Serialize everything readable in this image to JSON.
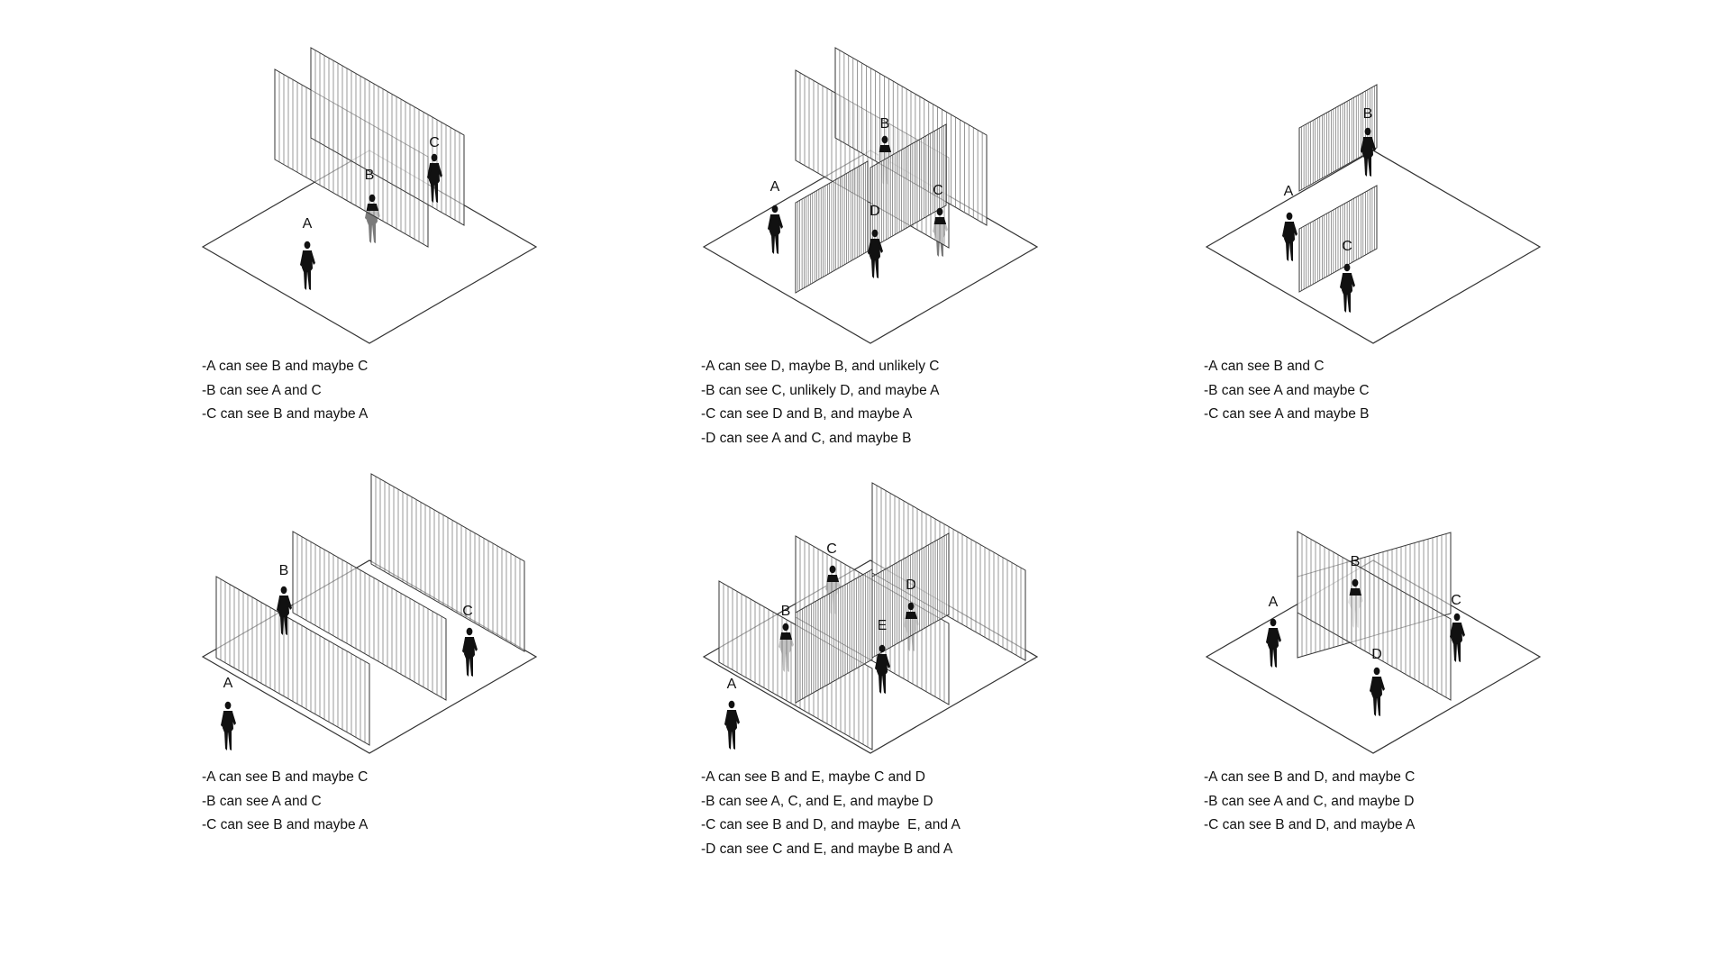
{
  "diagrams": [
    {
      "id": "d1",
      "people": [
        "A",
        "B",
        "C"
      ],
      "captions": [
        "-A can see B and maybe C",
        "-B can see A and C",
        "-C can see B and maybe A"
      ]
    },
    {
      "id": "d2",
      "people": [
        "A",
        "B",
        "C",
        "D"
      ],
      "captions": [
        "-A can see D, maybe B, and unlikely C",
        "-B can see C, unlikely D, and maybe A",
        "-C can see D and B, and maybe A",
        "-D can see A and C, and maybe B"
      ]
    },
    {
      "id": "d3",
      "people": [
        "A",
        "B",
        "C"
      ],
      "captions": [
        "-A can see B and C",
        "-B can see A and maybe C",
        "-C can see A and maybe B"
      ]
    },
    {
      "id": "d4",
      "people": [
        "A",
        "B",
        "C"
      ],
      "captions": [
        "-A can see B and maybe C",
        "-B can see A and C",
        "-C can see B and maybe A"
      ]
    },
    {
      "id": "d5",
      "people": [
        "A",
        "B",
        "C",
        "D",
        "E"
      ],
      "captions": [
        "-A can see B and E, maybe C and D",
        "-B can see A, C, and E, and maybe D",
        "-C can see B and D, and maybe  E, and A",
        "-D can see C and E, and maybe B and A"
      ]
    },
    {
      "id": "d6",
      "people": [
        "A",
        "B",
        "C",
        "D"
      ],
      "captions": [
        "-A can see B and D, and maybe C",
        "-B can see A and C, and maybe D",
        "-C can see B and D, and maybe A"
      ]
    }
  ],
  "colors": {
    "line": "#333333",
    "figure": "#111111",
    "figure_behind": "#7a7a7a",
    "background": "#ffffff"
  }
}
